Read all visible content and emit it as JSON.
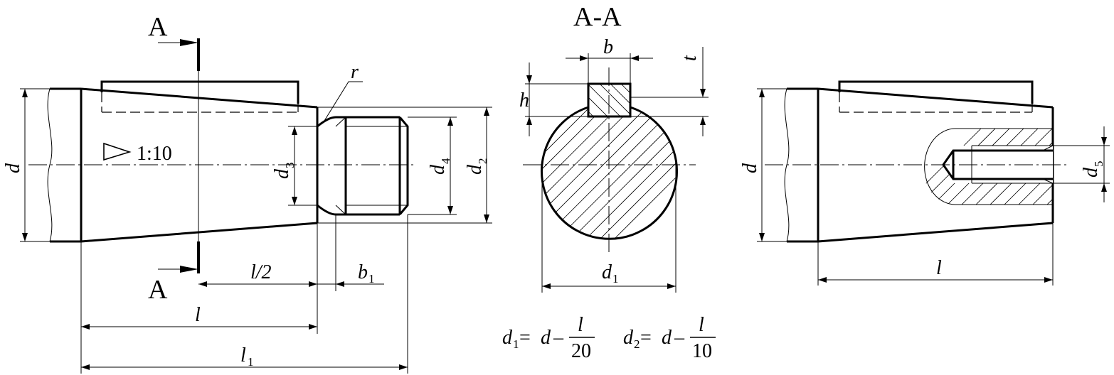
{
  "section": {
    "title": "A-A",
    "cut_label": "A"
  },
  "taper": {
    "ratio": "1:10"
  },
  "labels": {
    "d": "d",
    "r": "r",
    "b": "b",
    "t": "t",
    "h": "h",
    "l": "l",
    "l_half": "l/2",
    "l1_main": "l",
    "l1_sub": "1",
    "d1_main": "d",
    "d1_sub": "1",
    "d2_main": "d",
    "d2_sub": "2",
    "d3_main": "d",
    "d3_sub": "3",
    "d4_main": "d",
    "d4_sub": "4",
    "d5_main": "d",
    "d5_sub": "5",
    "b1_main": "b",
    "b1_sub": "1"
  },
  "formulas": [
    {
      "lhs_main": "d",
      "lhs_sub": "1",
      "eq": "=",
      "rhs": "d",
      "minus": "–",
      "num": "l",
      "den": "20"
    },
    {
      "lhs_main": "d",
      "lhs_sub": "2",
      "eq": "=",
      "rhs": "d",
      "minus": "–",
      "num": "l",
      "den": "10"
    }
  ]
}
